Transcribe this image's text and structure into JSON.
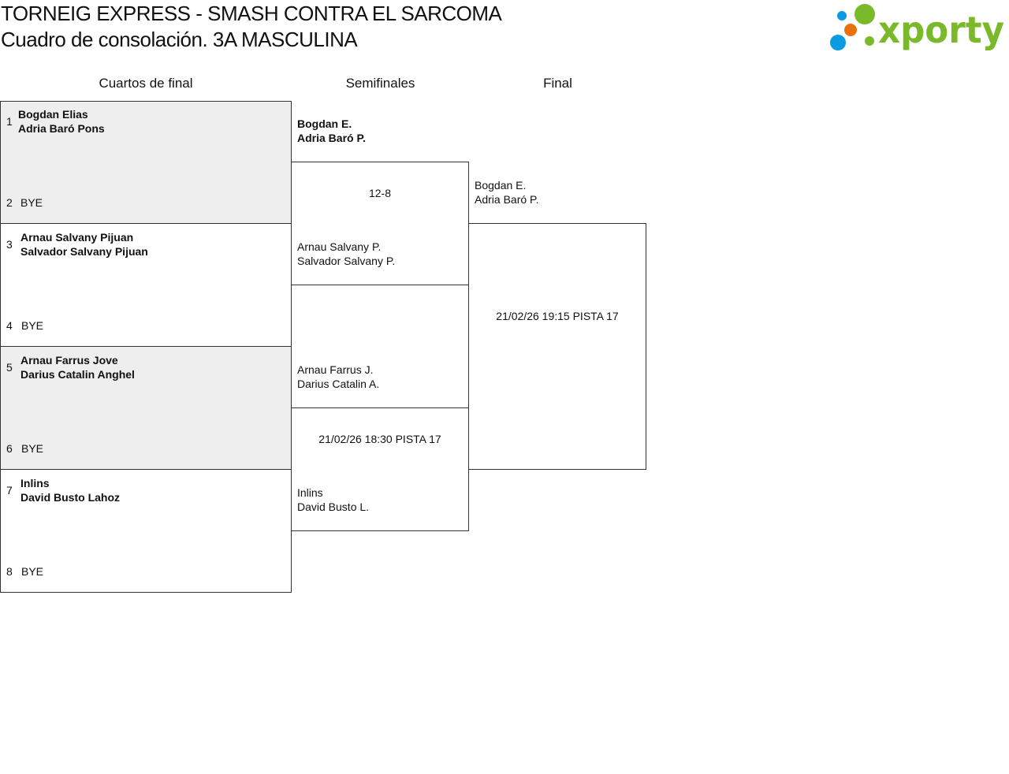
{
  "title": "TORNEIG EXPRESS - SMASH CONTRA EL SARCOMA",
  "subtitle": "Cuadro de consolación. 3A MASCULINA",
  "logo": {
    "text": "xporty",
    "colors": {
      "green": "#7ab929",
      "blue": "#0a9be0",
      "orange": "#e8720c"
    }
  },
  "rounds": [
    "Cuartos de final",
    "Semifinales",
    "Final"
  ],
  "quarterfinals": [
    {
      "seed_a": "1",
      "a1": "Bogdan Elias",
      "a2": "Adria Baró Pons",
      "seed_b": "2",
      "b": "BYE"
    },
    {
      "seed_a": "3",
      "a1": "Arnau Salvany Pijuan",
      "a2": "Salvador Salvany Pijuan",
      "seed_b": "4",
      "b": "BYE"
    },
    {
      "seed_a": "5",
      "a1": "Arnau Farrus Jove",
      "a2": "Darius Catalin Anghel",
      "seed_b": "6",
      "b": "BYE"
    },
    {
      "seed_a": "7",
      "a1": "Inlins",
      "a2": "David Busto Lahoz",
      "seed_b": "8",
      "b": "BYE"
    }
  ],
  "semifinals": [
    {
      "a1": "Bogdan E.",
      "a2": "Adria Baró P.",
      "info": "12-8",
      "b1": "Arnau Salvany P.",
      "b2": "Salvador Salvany P."
    },
    {
      "a1": "Arnau Farrus J.",
      "a2": "Darius Catalin A.",
      "info": "21/02/26 18:30 PISTA 17",
      "b1": "Inlins",
      "b2": "David Busto L."
    }
  ],
  "final": {
    "a1": "Bogdan E.",
    "a2": "Adria Baró P.",
    "info": "21/02/26 19:15 PISTA 17"
  }
}
